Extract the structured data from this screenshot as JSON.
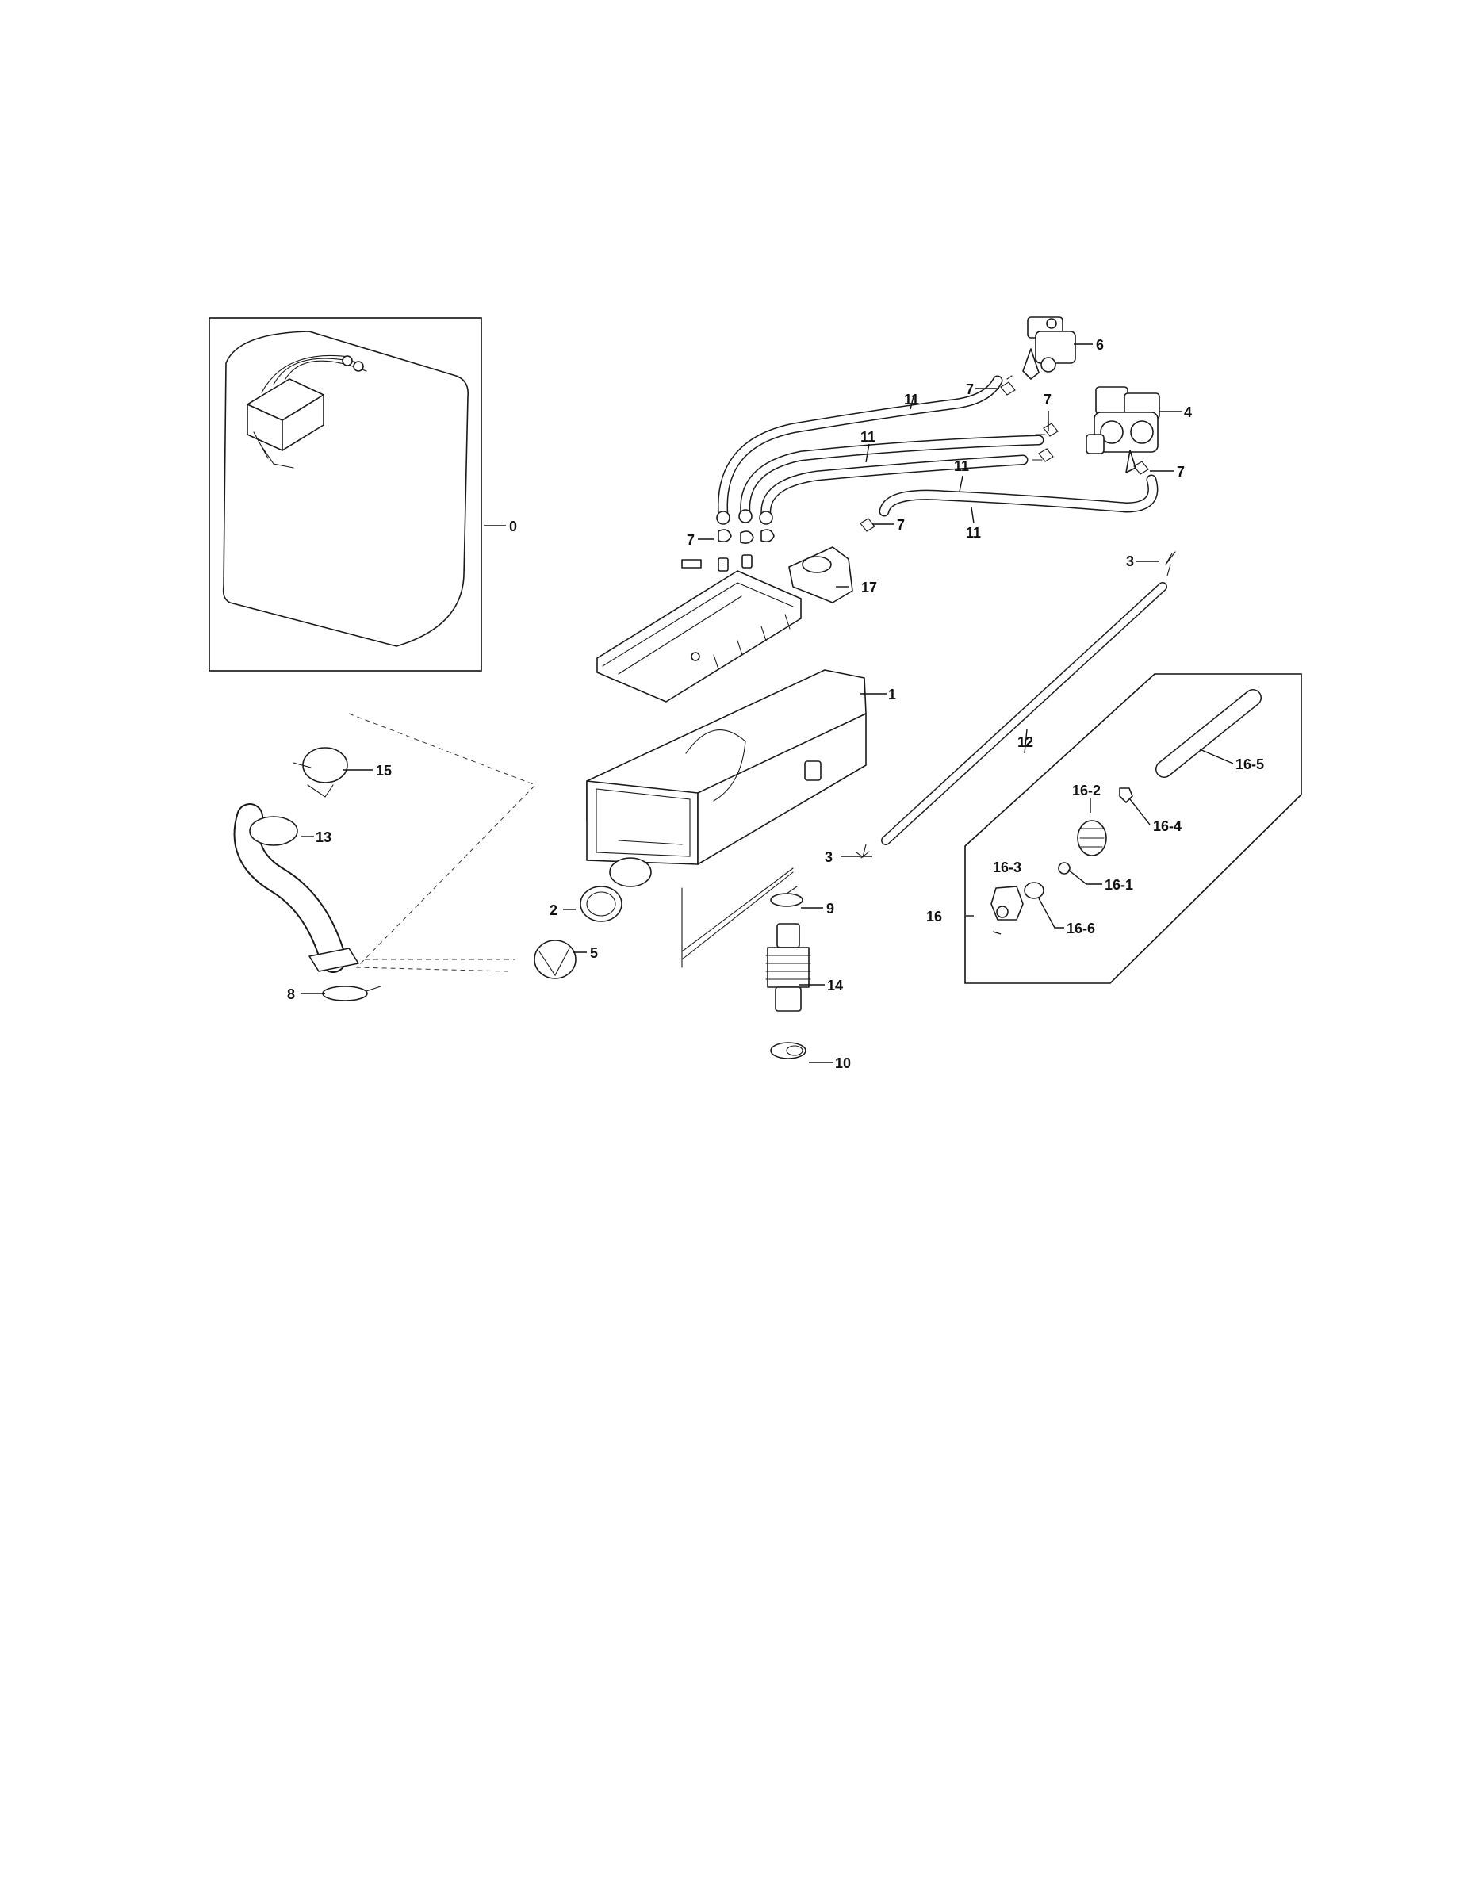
{
  "callouts": {
    "c0": "0",
    "c1": "1",
    "c2": "2",
    "c3a": "3",
    "c3b": "3",
    "c4": "4",
    "c5": "5",
    "c6": "6",
    "c7a": "7",
    "c7b": "7",
    "c7c": "7",
    "c7d": "7",
    "c7e": "7",
    "c8": "8",
    "c9": "9",
    "c10": "10",
    "c11a": "11",
    "c11b": "11",
    "c11c": "11",
    "c11d": "11",
    "c12": "12",
    "c13": "13",
    "c14": "14",
    "c15": "15",
    "c16": "16",
    "c16_1": "16-1",
    "c16_2": "16-2",
    "c16_3": "16-3",
    "c16_4": "16-4",
    "c16_5": "16-5",
    "c16_6": "16-6",
    "c17": "17"
  }
}
